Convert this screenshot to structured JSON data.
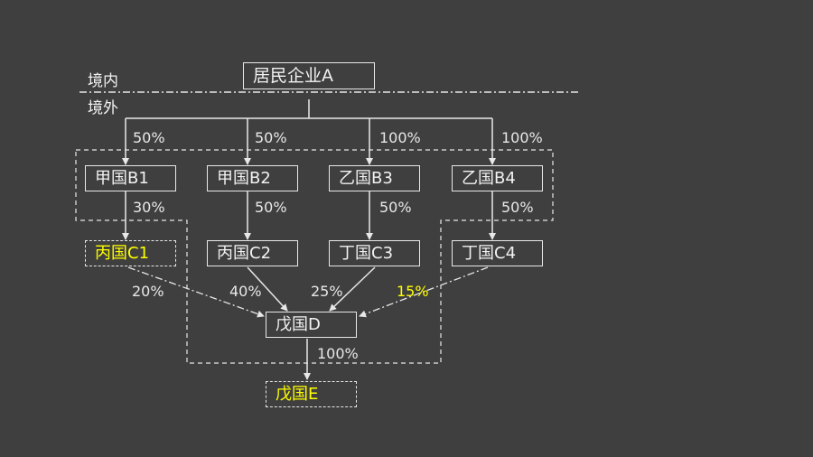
{
  "zones": {
    "domestic": "境内",
    "overseas": "境外"
  },
  "nodes": {
    "A": "居民企业A",
    "B1": "甲国B1",
    "B2": "甲国B2",
    "B3": "乙国B3",
    "B4": "乙国B4",
    "C1": "丙国C1",
    "C2": "丙国C2",
    "C3": "丁国C3",
    "C4": "丁国C4",
    "D": "戊国D",
    "E": "戊国E"
  },
  "edges": {
    "A_B1": "50%",
    "A_B2": "50%",
    "A_B3": "100%",
    "A_B4": "100%",
    "B1_C1": "30%",
    "B2_C2": "50%",
    "B3_C3": "50%",
    "B4_C4": "50%",
    "C1_D": "20%",
    "C2_D": "40%",
    "C3_D": "25%",
    "C4_D": "15%",
    "D_E": "100%"
  },
  "colors": {
    "background": "#3f3f3f",
    "line": "#e8e8e8",
    "highlight": "#ffff00"
  }
}
